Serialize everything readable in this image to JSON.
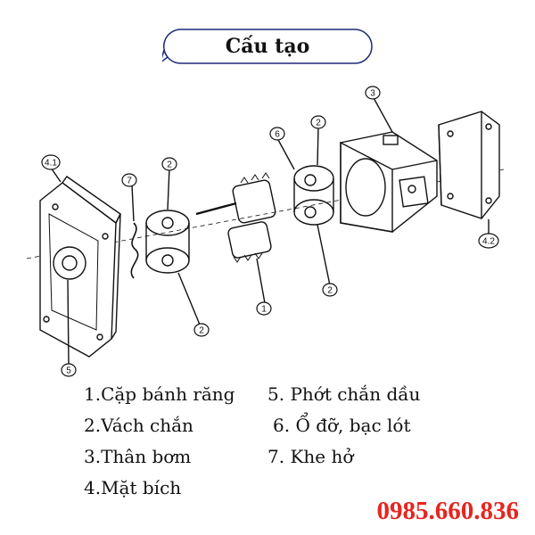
{
  "title": "Cấu tạo",
  "callouts": {
    "c41": "4.1",
    "c7": "7",
    "c2a": "2",
    "c2b": "2",
    "c6": "6",
    "c2c": "2",
    "c3": "3",
    "c1": "1",
    "c2d": "2",
    "c5": "5",
    "c42": "4.2"
  },
  "legend": {
    "item1": "1.Cặp bánh răng",
    "item2": "2.Vách chắn",
    "item3": "3.Thân bơm",
    "item4": "4.Mặt bích",
    "item5": "5. Phớt chắn dầu",
    "item6": "6. Ổ đỡ, bạc lót",
    "item7": "7. Khe hở"
  },
  "phone": "0985.660.836",
  "colors": {
    "phone": "#e6261f",
    "line": "#111111",
    "bubble_stroke": "#1e2a78"
  }
}
